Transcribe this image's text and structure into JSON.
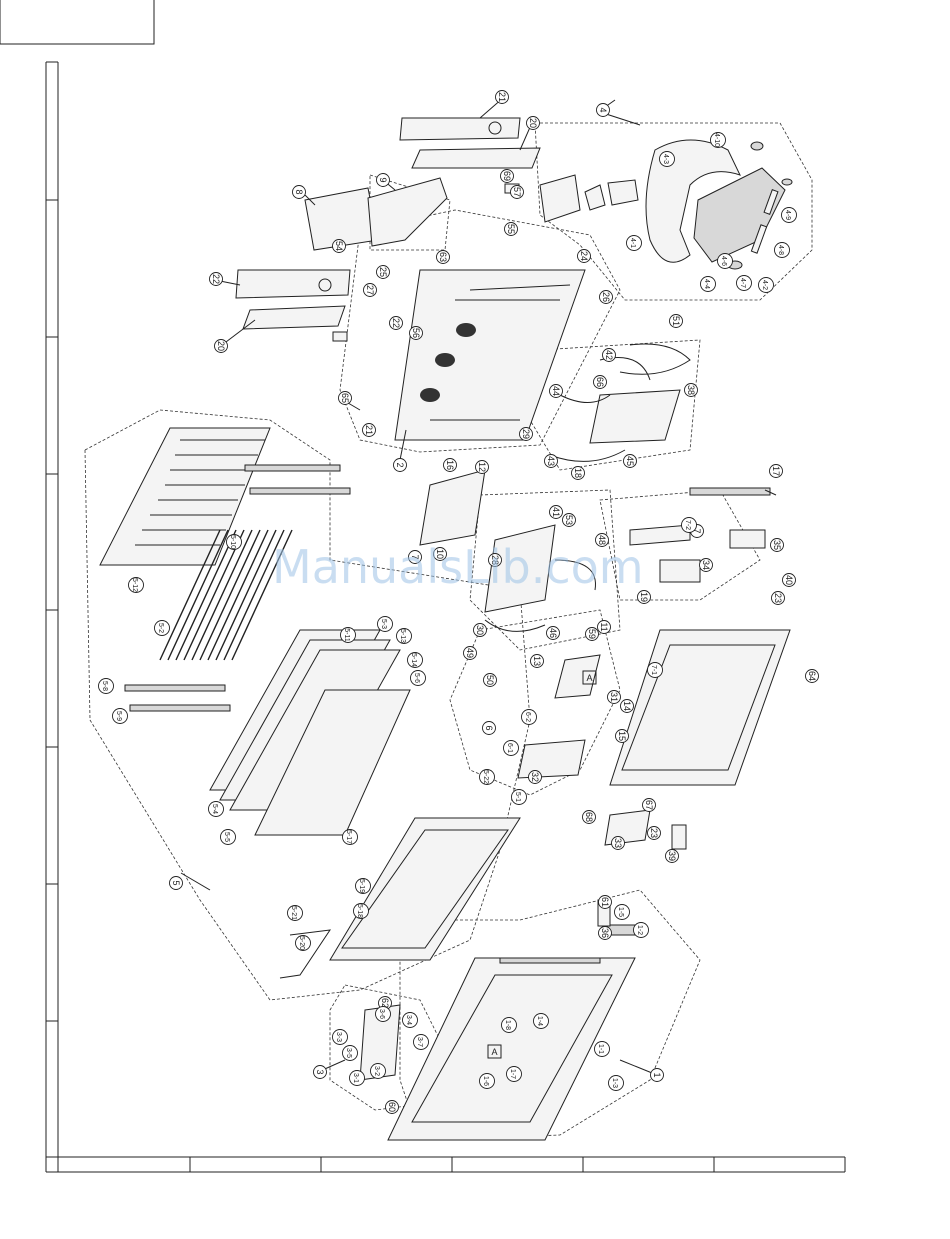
{
  "watermark": "ManualsLib.com",
  "callouts": [
    {
      "id": "c1",
      "text": "1"
    },
    {
      "id": "c2",
      "text": "2"
    },
    {
      "id": "c3",
      "text": "3"
    },
    {
      "id": "c4",
      "text": "4"
    },
    {
      "id": "c5",
      "text": "5"
    },
    {
      "id": "c6",
      "text": "6"
    },
    {
      "id": "c7",
      "text": "7"
    },
    {
      "id": "c7b",
      "text": "7"
    },
    {
      "id": "c8",
      "text": "8"
    },
    {
      "id": "c9",
      "text": "9"
    },
    {
      "id": "c10",
      "text": "10"
    },
    {
      "id": "c11",
      "text": "11"
    },
    {
      "id": "c12",
      "text": "12"
    },
    {
      "id": "c13",
      "text": "13"
    },
    {
      "id": "c14",
      "text": "14"
    },
    {
      "id": "c15",
      "text": "15"
    },
    {
      "id": "c16",
      "text": "16"
    },
    {
      "id": "c17",
      "text": "17"
    },
    {
      "id": "c18",
      "text": "18"
    },
    {
      "id": "c19",
      "text": "19"
    },
    {
      "id": "c20",
      "text": "20"
    },
    {
      "id": "c20b",
      "text": "20"
    },
    {
      "id": "c21",
      "text": "21"
    },
    {
      "id": "c21b",
      "text": "21"
    },
    {
      "id": "c22",
      "text": "22"
    },
    {
      "id": "c22b",
      "text": "22"
    },
    {
      "id": "c23",
      "text": "23"
    },
    {
      "id": "c23b",
      "text": "23"
    },
    {
      "id": "c24",
      "text": "24"
    },
    {
      "id": "c25",
      "text": "25"
    },
    {
      "id": "c26",
      "text": "26"
    },
    {
      "id": "c27",
      "text": "27"
    },
    {
      "id": "c28",
      "text": "28"
    },
    {
      "id": "c29",
      "text": "29"
    },
    {
      "id": "c30",
      "text": "30"
    },
    {
      "id": "c31",
      "text": "31"
    },
    {
      "id": "c32",
      "text": "32"
    },
    {
      "id": "c33",
      "text": "33"
    },
    {
      "id": "c34",
      "text": "34"
    },
    {
      "id": "c35",
      "text": "35"
    },
    {
      "id": "c36",
      "text": "36"
    },
    {
      "id": "c38",
      "text": "38"
    },
    {
      "id": "c39",
      "text": "39"
    },
    {
      "id": "c40",
      "text": "40"
    },
    {
      "id": "c41",
      "text": "41"
    },
    {
      "id": "c42",
      "text": "42"
    },
    {
      "id": "c43",
      "text": "43"
    },
    {
      "id": "c44",
      "text": "44"
    },
    {
      "id": "c45",
      "text": "45"
    },
    {
      "id": "c46",
      "text": "46"
    },
    {
      "id": "c48",
      "text": "48"
    },
    {
      "id": "c49",
      "text": "49"
    },
    {
      "id": "c50",
      "text": "50"
    },
    {
      "id": "c51",
      "text": "51"
    },
    {
      "id": "c53",
      "text": "53"
    },
    {
      "id": "c54",
      "text": "54"
    },
    {
      "id": "c55",
      "text": "55"
    },
    {
      "id": "c56",
      "text": "56"
    },
    {
      "id": "c57",
      "text": "57"
    },
    {
      "id": "c59",
      "text": "59"
    },
    {
      "id": "c60",
      "text": "60"
    },
    {
      "id": "c61",
      "text": "61"
    },
    {
      "id": "c62",
      "text": "62"
    },
    {
      "id": "c63",
      "text": "63"
    },
    {
      "id": "c64",
      "text": "64"
    },
    {
      "id": "c65",
      "text": "65"
    },
    {
      "id": "c66",
      "text": "66"
    },
    {
      "id": "c67",
      "text": "67"
    },
    {
      "id": "c68",
      "text": "68"
    },
    {
      "id": "c69",
      "text": "69"
    },
    {
      "id": "c4_1",
      "text": "4-1"
    },
    {
      "id": "c4_2",
      "text": "4-2"
    },
    {
      "id": "c4_3",
      "text": "4-3"
    },
    {
      "id": "c4_4",
      "text": "4-4"
    },
    {
      "id": "c4_6",
      "text": "4-6"
    },
    {
      "id": "c4_7",
      "text": "4-7"
    },
    {
      "id": "c4_8",
      "text": "4-8"
    },
    {
      "id": "c4_9",
      "text": "4-9"
    },
    {
      "id": "c4_10",
      "text": "4-10"
    },
    {
      "id": "c5_1",
      "text": "5-1"
    },
    {
      "id": "c5_2",
      "text": "5-2"
    },
    {
      "id": "c5_3",
      "text": "5-3"
    },
    {
      "id": "c5_4",
      "text": "5-4"
    },
    {
      "id": "c5_5",
      "text": "5-5"
    },
    {
      "id": "c5_6",
      "text": "5-6"
    },
    {
      "id": "c5_8",
      "text": "5-8"
    },
    {
      "id": "c5_9",
      "text": "5-9"
    },
    {
      "id": "c5_10",
      "text": "5-10"
    },
    {
      "id": "c5_11",
      "text": "5-11"
    },
    {
      "id": "c5_12",
      "text": "5-12"
    },
    {
      "id": "c5_13",
      "text": "5-13"
    },
    {
      "id": "c5_14",
      "text": "5-14"
    },
    {
      "id": "c5_17",
      "text": "5-17"
    },
    {
      "id": "c5_18",
      "text": "5-18"
    },
    {
      "id": "c5_19",
      "text": "5-19"
    },
    {
      "id": "c5_20",
      "text": "5-20"
    },
    {
      "id": "c5_21",
      "text": "5-21"
    },
    {
      "id": "c5_22",
      "text": "5-22"
    },
    {
      "id": "c3_1",
      "text": "3-1"
    },
    {
      "id": "c3_2",
      "text": "3-2"
    },
    {
      "id": "c3_3",
      "text": "3-3"
    },
    {
      "id": "c3_4",
      "text": "3-4"
    },
    {
      "id": "c3_5",
      "text": "3-5"
    },
    {
      "id": "c3_6",
      "text": "3-6"
    },
    {
      "id": "c3_7",
      "text": "3-7"
    },
    {
      "id": "c1_1",
      "text": "1-1"
    },
    {
      "id": "c1_2",
      "text": "1-2"
    },
    {
      "id": "c1_3",
      "text": "1-3"
    },
    {
      "id": "c1_4",
      "text": "1-4"
    },
    {
      "id": "c1_5",
      "text": "1-5"
    },
    {
      "id": "c1_6",
      "text": "1-6"
    },
    {
      "id": "c1_7",
      "text": "1-7"
    },
    {
      "id": "c1_8",
      "text": "1-8"
    },
    {
      "id": "c6_1",
      "text": "6-1"
    },
    {
      "id": "c6_2",
      "text": "6-2"
    },
    {
      "id": "c7_1",
      "text": "7-1"
    },
    {
      "id": "c7_2",
      "text": "7-2"
    }
  ],
  "ref_markers": [
    {
      "id": "rA1",
      "text": "A"
    },
    {
      "id": "rA2",
      "text": "A"
    }
  ]
}
